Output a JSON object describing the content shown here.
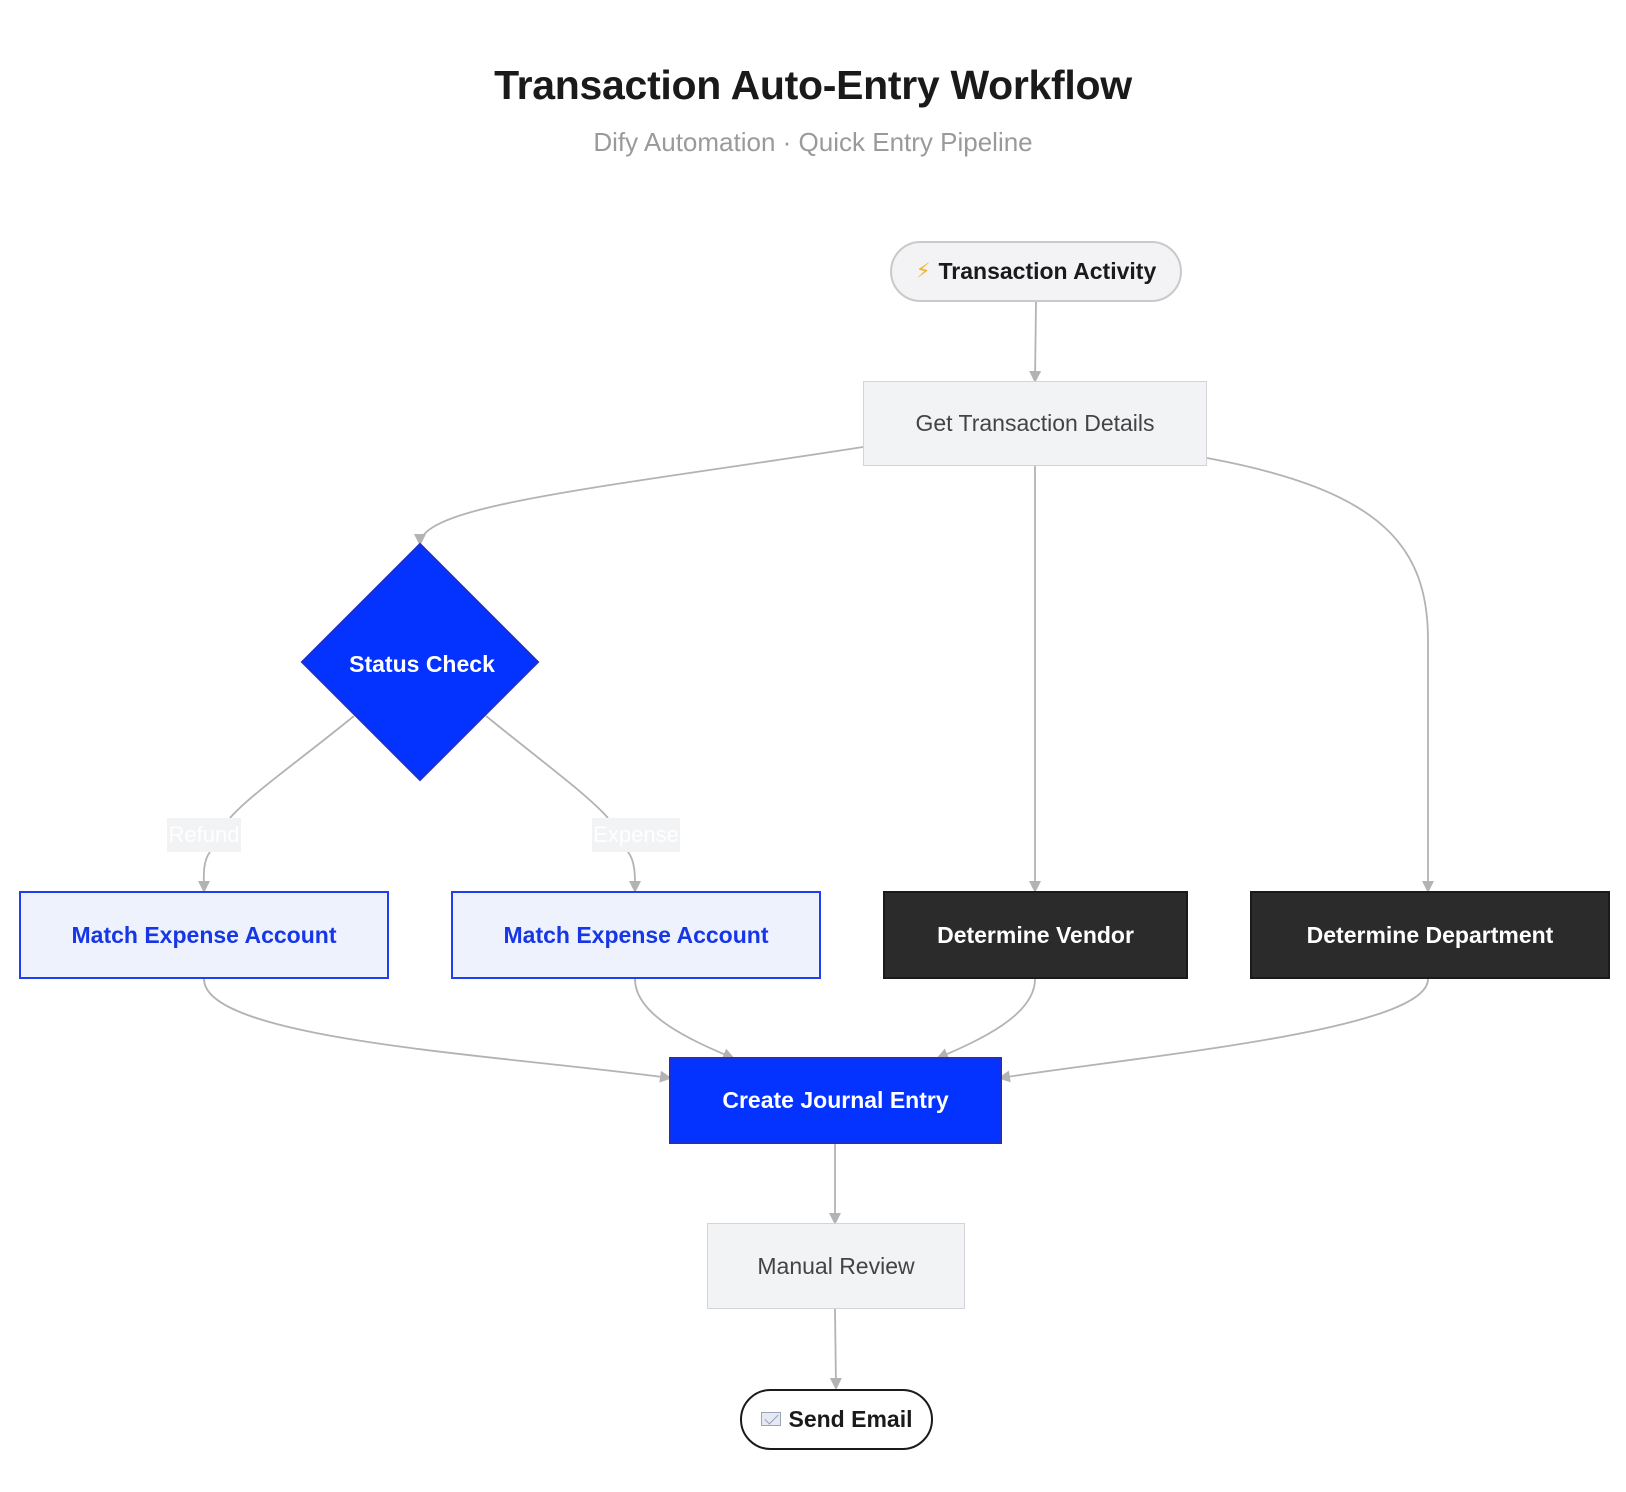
{
  "header": {
    "title": "Transaction Auto-Entry Workflow",
    "subtitle": "Dify Automation · Quick Entry Pipeline"
  },
  "nodes": {
    "trigger": {
      "icon": "lightning-bolt-icon",
      "glyph": "⚡",
      "label": "Transaction Activity"
    },
    "get_details": {
      "label": "Get Transaction Details"
    },
    "status_check": {
      "label": "Status Check"
    },
    "match_refund": {
      "label": "Match Expense Account"
    },
    "match_expense": {
      "label": "Match Expense Account"
    },
    "vendor": {
      "label": "Determine Vendor"
    },
    "department": {
      "label": "Determine Department"
    },
    "journal": {
      "label": "Create Journal Entry"
    },
    "review": {
      "label": "Manual Review"
    },
    "email": {
      "icon": "envelope-icon",
      "label": "Send Email"
    }
  },
  "edges": {
    "refund_label": "Refund",
    "expense_label": "Expense"
  },
  "colors": {
    "primary_blue": "#0432ff",
    "outline_blue": "#1f3ff0",
    "dark": "#2b2b2b",
    "connector": "#b3b3b3",
    "node_grey": "#f2f3f5"
  }
}
